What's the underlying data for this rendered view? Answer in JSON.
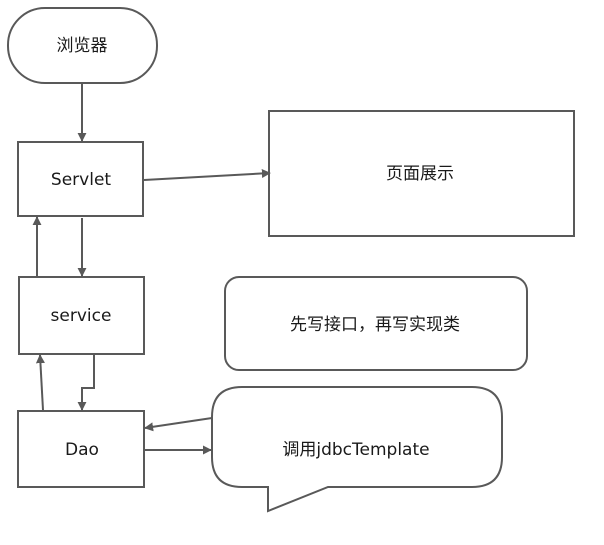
{
  "diagram": {
    "nodes": {
      "browser": "浏览器",
      "servlet": "Servlet",
      "page_display": "页面展示",
      "service": "service",
      "note_interface": "先写接口，再写实现类",
      "dao": "Dao",
      "callout_jdbc": "调用jdbcTemplate"
    },
    "colors": {
      "stroke": "#595959",
      "text": "#1a1a1a",
      "background": "#ffffff"
    }
  }
}
